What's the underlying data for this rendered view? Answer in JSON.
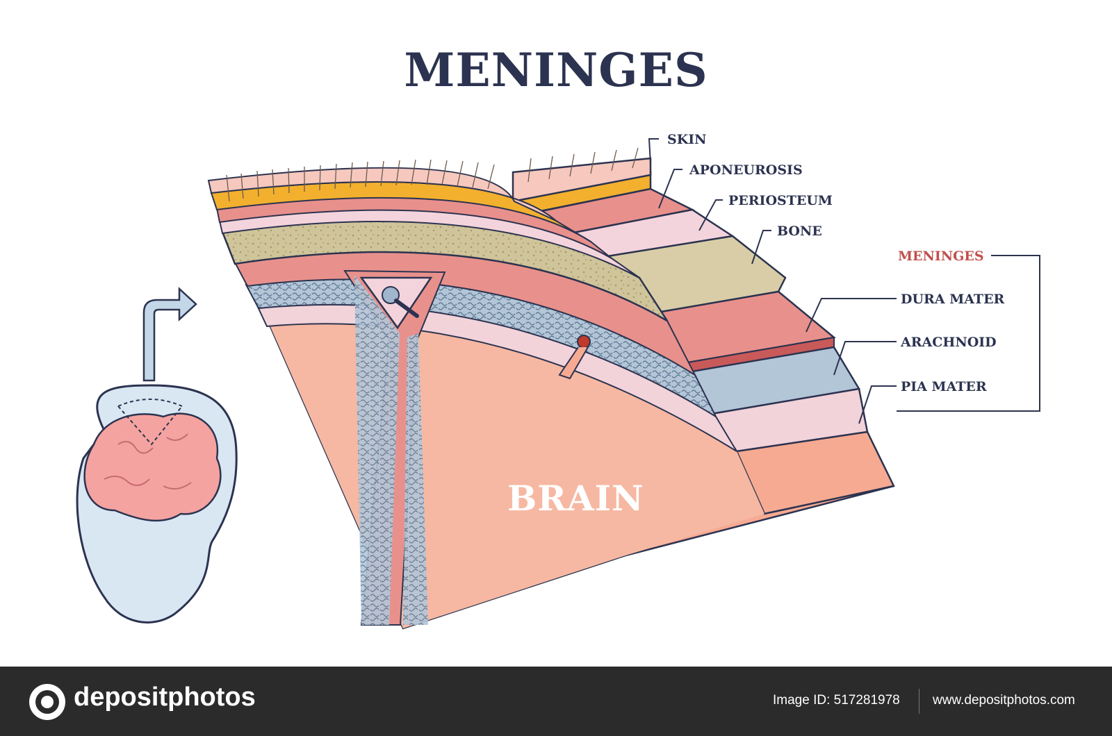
{
  "title": "MENINGES",
  "labels": {
    "skin": "SKIN",
    "aponeurosis": "APONEUROSIS",
    "periosteum": "PERIOSTEUM",
    "bone": "BONE",
    "meninges": "MENINGES",
    "dura_mater": "DURA MATER",
    "arachnoid": "ARACHNOID",
    "pia_mater": "PIA MATER"
  },
  "brain_label": "BRAIN",
  "colors": {
    "title": "#2c3350",
    "meninges_accent": "#c0504d",
    "skin": "#f6c8be",
    "fat": "#f2b02e",
    "aponeurosis": "#e8908c",
    "periosteum": "#f4d4dc",
    "bone": "#cfc49a",
    "dura": "#e07e7a",
    "arachnoid": "#b3c6d8",
    "pia": "#f2d3da",
    "brain": "#f6aa92",
    "footer": "#2b2b2b"
  },
  "footer": {
    "brand": "depositphotos",
    "image_id": "Image ID: 517281978",
    "site": "www.depositphotos.com"
  }
}
